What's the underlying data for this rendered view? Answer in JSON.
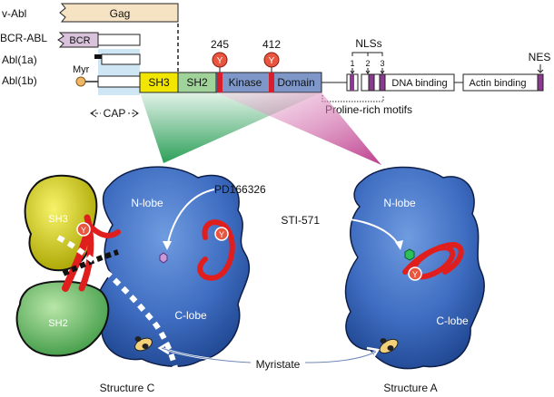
{
  "rows": {
    "v_abl": "v-Abl",
    "bcr_abl": "BCR-ABL",
    "abl_1a": "Abl(1a)",
    "abl_1b": "Abl(1b)"
  },
  "segments": {
    "gag": "Gag",
    "bcr": "BCR",
    "myr": "Myr",
    "sh3": "SH3",
    "sh2": "SH2",
    "kinase": "Kinase",
    "domain": "Domain",
    "dna_binding": "DNA binding",
    "actin_binding": "Actin binding",
    "cap": "CAP",
    "nlss": "NLSs",
    "nes": "NES",
    "proline_rich": "Proline-rich motifs"
  },
  "sites": {
    "y245": "245",
    "y412": "412",
    "y": "Y",
    "nls_1": "1",
    "nls_2": "2",
    "nls_3": "3"
  },
  "structures": {
    "sh3": "SH3",
    "sh2": "SH2",
    "n_lobe": "N-lobe",
    "c_lobe": "C-lobe",
    "pd": "PD166326",
    "sti": "STI-571",
    "myristate": "Myristate",
    "structure_c": "Structure C",
    "structure_a": "Structure A"
  },
  "colors": {
    "gag": "#f6e3c3",
    "bcr": "#d9c3dc",
    "cap": "#cfe6f5",
    "sh3": "#f2e600",
    "sh2": "#9fd39a",
    "kinase": "#7f97c8",
    "tyrosine": "#d9483a",
    "nls": "#8a3b8f",
    "lobe": "#3f6fbf",
    "loop": "#e01e1e"
  }
}
